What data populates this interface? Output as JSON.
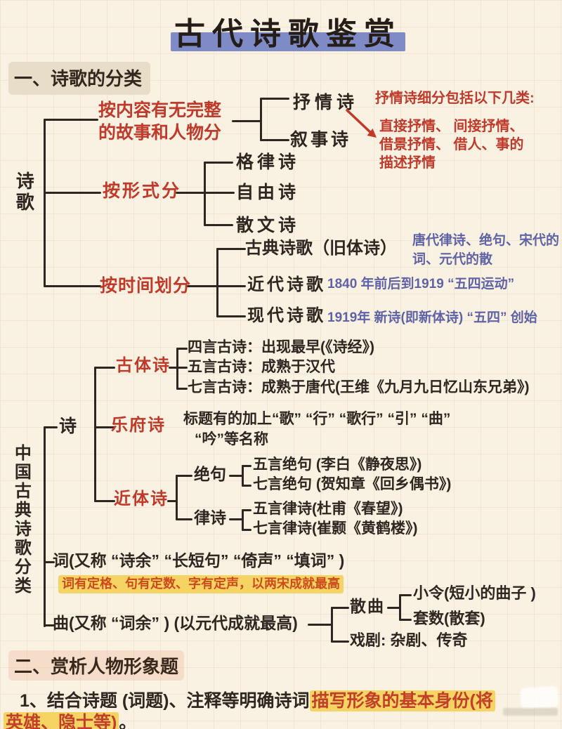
{
  "title": "古代诗歌鉴赏",
  "s1": {
    "heading": "一、诗歌的分类",
    "root": "诗歌",
    "content_label1": "按内容有无完整",
    "content_label2": "的故事和人物分",
    "lyric": "抒情诗",
    "narrative": "叙事诗",
    "lyric_note_title": "抒情诗细分包括以下几类:",
    "lyric_note_l1": "直接抒情、 间接抒情、",
    "lyric_note_l2": "借景抒情、 借人、事的",
    "lyric_note_l3": "描述抒情",
    "form_label": "按形式分",
    "form_items": [
      "格律诗",
      "自由诗",
      "散文诗"
    ],
    "time_label": "按时间划分",
    "time_items": [
      "古典诗歌（旧体诗）",
      "近代诗歌",
      "现代诗歌"
    ],
    "time_note1_l1": "唐代律诗、绝句、宋代的",
    "time_note1_l2": "词、元代的散",
    "time_note2": "1840 年前后到1919 “五四运动”",
    "time_note3": "1919年 新诗(即新体诗) “五四” 创始"
  },
  "s2": {
    "root": "中国古典诗歌分类",
    "shi": "诗",
    "guti_label": "古体诗",
    "guti_items": [
      "四言古诗：出现最早(《诗经》)",
      "五言古诗：成熟于汉代",
      "七言古诗：成熟于唐代(王维《九月九日忆山东兄弟》)"
    ],
    "yuefu_label": "乐府诗",
    "yuefu_note_l1": "标题有的加上“歌” “行” “歌行” “引” “曲”",
    "yuefu_note_l2": "“吟”等名称",
    "jinti_label": "近体诗",
    "jueju_label": "绝句",
    "jueju_items": [
      "五言绝句 (李白《静夜思》)",
      "七言绝句 (贺知章《回乡偶书》)"
    ],
    "lvshi_label": "律诗",
    "lvshi_items": [
      "五言律诗(杜甫《春望》)",
      "七言律诗(崔颢《黄鹤楼》)"
    ],
    "ci_label": "词(又称 “诗余” “长短句” “倚声” “填词” )",
    "ci_note": "词有定格、句有定数、字有定声，以两宋成就最高",
    "qu_label": "曲(又称 “词余” ) (以元代成就最高)",
    "sanqu_label": "散曲",
    "sanqu_items": [
      "小令(短小的曲子 )",
      "套数(散套)"
    ],
    "xiju": "戏剧: 杂剧、传奇"
  },
  "s3": {
    "heading": "二、赏析人物形象题",
    "p1_black": "1、结合诗题 (词题)、注释等明确诗词",
    "p1_red": "描写形象的基本身份(将",
    "p2_red": "英雄、隐士等)",
    "p2_black": "。"
  },
  "colors": {
    "title_bar": "#7e8bc7",
    "red": "#bf3a2b",
    "blue": "#5f63a5",
    "ink": "#2e2620",
    "highlight_yellow": "#f6d463",
    "note_orange": "#cc4a1c"
  }
}
